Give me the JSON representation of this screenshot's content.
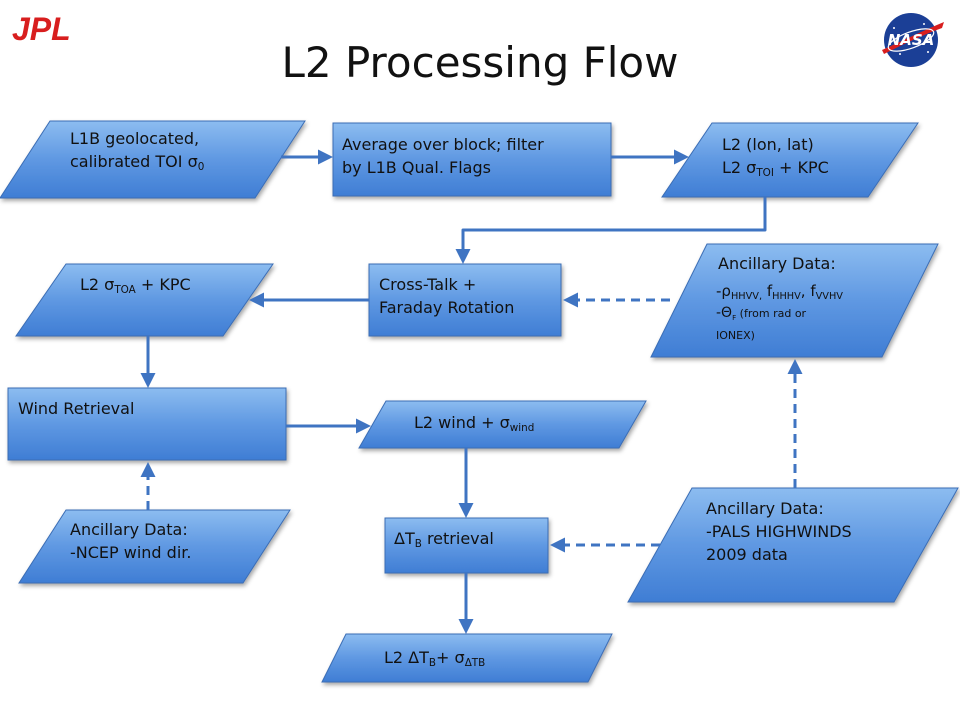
{
  "header": {
    "title": "L2 Processing Flow",
    "left_logo_text": "JPL",
    "right_logo_text": "NASA"
  },
  "colors": {
    "shape_fill_top": "#7db0ea",
    "shape_fill_bottom": "#3f7fd6",
    "shape_border": "#3a6db5",
    "arrow": "#3f74c2"
  },
  "nodes": {
    "l1b": {
      "line1": "L1B geolocated,",
      "line2_main": "calibrated TOI σ",
      "line2_sub": "0"
    },
    "average": {
      "line1": "Average over block; filter",
      "line2": "by L1B Qual. Flags"
    },
    "l2lonlat": {
      "line1": "L2 (lon, lat)",
      "line2_pre": "L2 σ",
      "line2_sub": "TOI",
      "line2_post": " + KPC"
    },
    "l2toa": {
      "pre": "L2 σ",
      "sub": "TOA",
      "post": " + KPC"
    },
    "crosstalk": {
      "line1": "Cross-Talk +",
      "line2": "Faraday Rotation"
    },
    "ancillary1": {
      "title": "Ancillary Data:",
      "rho_pre": "-ρ",
      "rho_sub1": "HHVV,",
      "f1": " f",
      "rho_sub2": "HHHV",
      "comma": ", f",
      "rho_sub3": "VVHV",
      "theta_pre": "-Θ",
      "theta_sub": "F",
      "theta_post": " (from rad or",
      "ionex": "IONEX)"
    },
    "wind_retrieval": {
      "label": "Wind Retrieval"
    },
    "l2wind": {
      "pre": "L2 wind + σ",
      "sub": "wind"
    },
    "ancillary_ncep": {
      "line1": "Ancillary Data:",
      "line2": "-NCEP wind dir."
    },
    "dtb": {
      "pre": "ΔT",
      "sub": "B",
      "post": " retrieval"
    },
    "ancillary_pals": {
      "line1": "Ancillary Data:",
      "line2": "-PALS HIGHWINDS",
      "line3": "2009 data"
    },
    "l2dtb": {
      "pre": "L2 ΔT",
      "sub": "B",
      "mid": "+ σ",
      "sub2": "ΔTB"
    }
  }
}
